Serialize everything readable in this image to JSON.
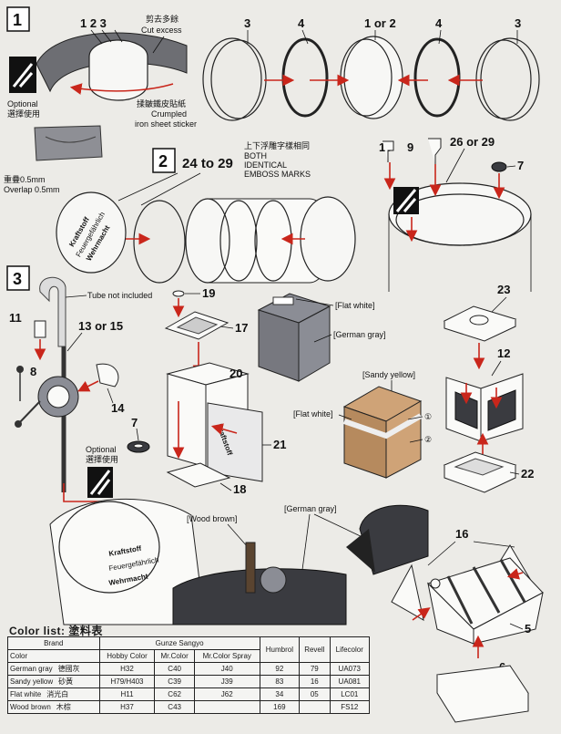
{
  "steps": {
    "step1": {
      "number": "1",
      "part_labels": [
        "1 2 3",
        "3",
        "4",
        "1 or 2",
        "4",
        "3"
      ],
      "cut_excess_zh": "剪去多餘",
      "cut_excess": "Cut excess",
      "optional": "Optional",
      "optional_zh": "選擇使用",
      "crumpled_zh": "揉皺鐵皮貼紙",
      "crumpled_1": "Crumpled",
      "crumpled_2": "iron sheet sticker",
      "overlap_zh": "重疊0.5mm",
      "overlap": "Overlap 0.5mm"
    },
    "step2": {
      "number": "2",
      "range_label": "24 to 29",
      "emboss_zh": "上下浮雕字樣相同",
      "emboss_1": "BOTH",
      "emboss_2": "IDENTICAL",
      "emboss_3": "EMBOSS MARKS",
      "drum_labels": [
        "10",
        "9",
        "26 or 29",
        "7"
      ]
    },
    "step3": {
      "number": "3",
      "tube_note": "Tube not included",
      "parts": [
        "11",
        "13 or 15",
        "8",
        "14",
        "7",
        "19",
        "17",
        "20",
        "21",
        "18",
        "23",
        "12",
        "22",
        "16",
        "5",
        "6"
      ],
      "optional": "Optional",
      "optional_zh": "選擇使用"
    },
    "callouts": {
      "flat_white_1": "[Flat white]",
      "german_gray_1": "[German gray]",
      "sandy_yellow": "[Sandy yellow]",
      "flat_white_2": "[Flat white]",
      "circle_1": "①",
      "circle_2": "②",
      "wood_brown": "[Wood brown]",
      "german_gray_2": "[German gray]"
    }
  },
  "color_list": {
    "title": "Color list:",
    "title_zh": "塗料表",
    "header": {
      "brand": "Brand",
      "color": "Color",
      "gunze": "Gunze Sangyo",
      "hobby_color": "Hobby Color",
      "mr_color": "Mr.Color",
      "mr_color_spray": "Mr.Color Spray",
      "humbrol": "Humbrol",
      "revell": "Revell",
      "lifecolor": "Lifecolor"
    },
    "rows": [
      {
        "name": "German gray",
        "zh": "德國灰",
        "hobby": "H32",
        "mr": "C40",
        "spray": "J40",
        "humbrol": "92",
        "revell": "79",
        "life": "UA073"
      },
      {
        "name": "Sandy yellow",
        "zh": "砂黃",
        "hobby": "H79/H403",
        "mr": "C39",
        "spray": "J39",
        "humbrol": "83",
        "revell": "16",
        "life": "UA081"
      },
      {
        "name": "Flat white",
        "zh": "消光白",
        "hobby": "H11",
        "mr": "C62",
        "spray": "J62",
        "humbrol": "34",
        "revell": "05",
        "life": "LC01"
      },
      {
        "name": "Wood brown",
        "zh": "木棕",
        "hobby": "H37",
        "mr": "C43",
        "spray": "",
        "humbrol": "169",
        "revell": "",
        "life": "FS12"
      }
    ]
  },
  "drum_marks": {
    "line1": "Kraftstoff",
    "line2": "Feuergefährlich",
    "line3": "Wehrmacht"
  },
  "colors": {
    "arrow": "#c9261b",
    "german_gray": "#77787f",
    "sandy_yellow": "#b68a5e",
    "flat_white": "#e9e9ea",
    "wood_brown": "#5a4430"
  }
}
